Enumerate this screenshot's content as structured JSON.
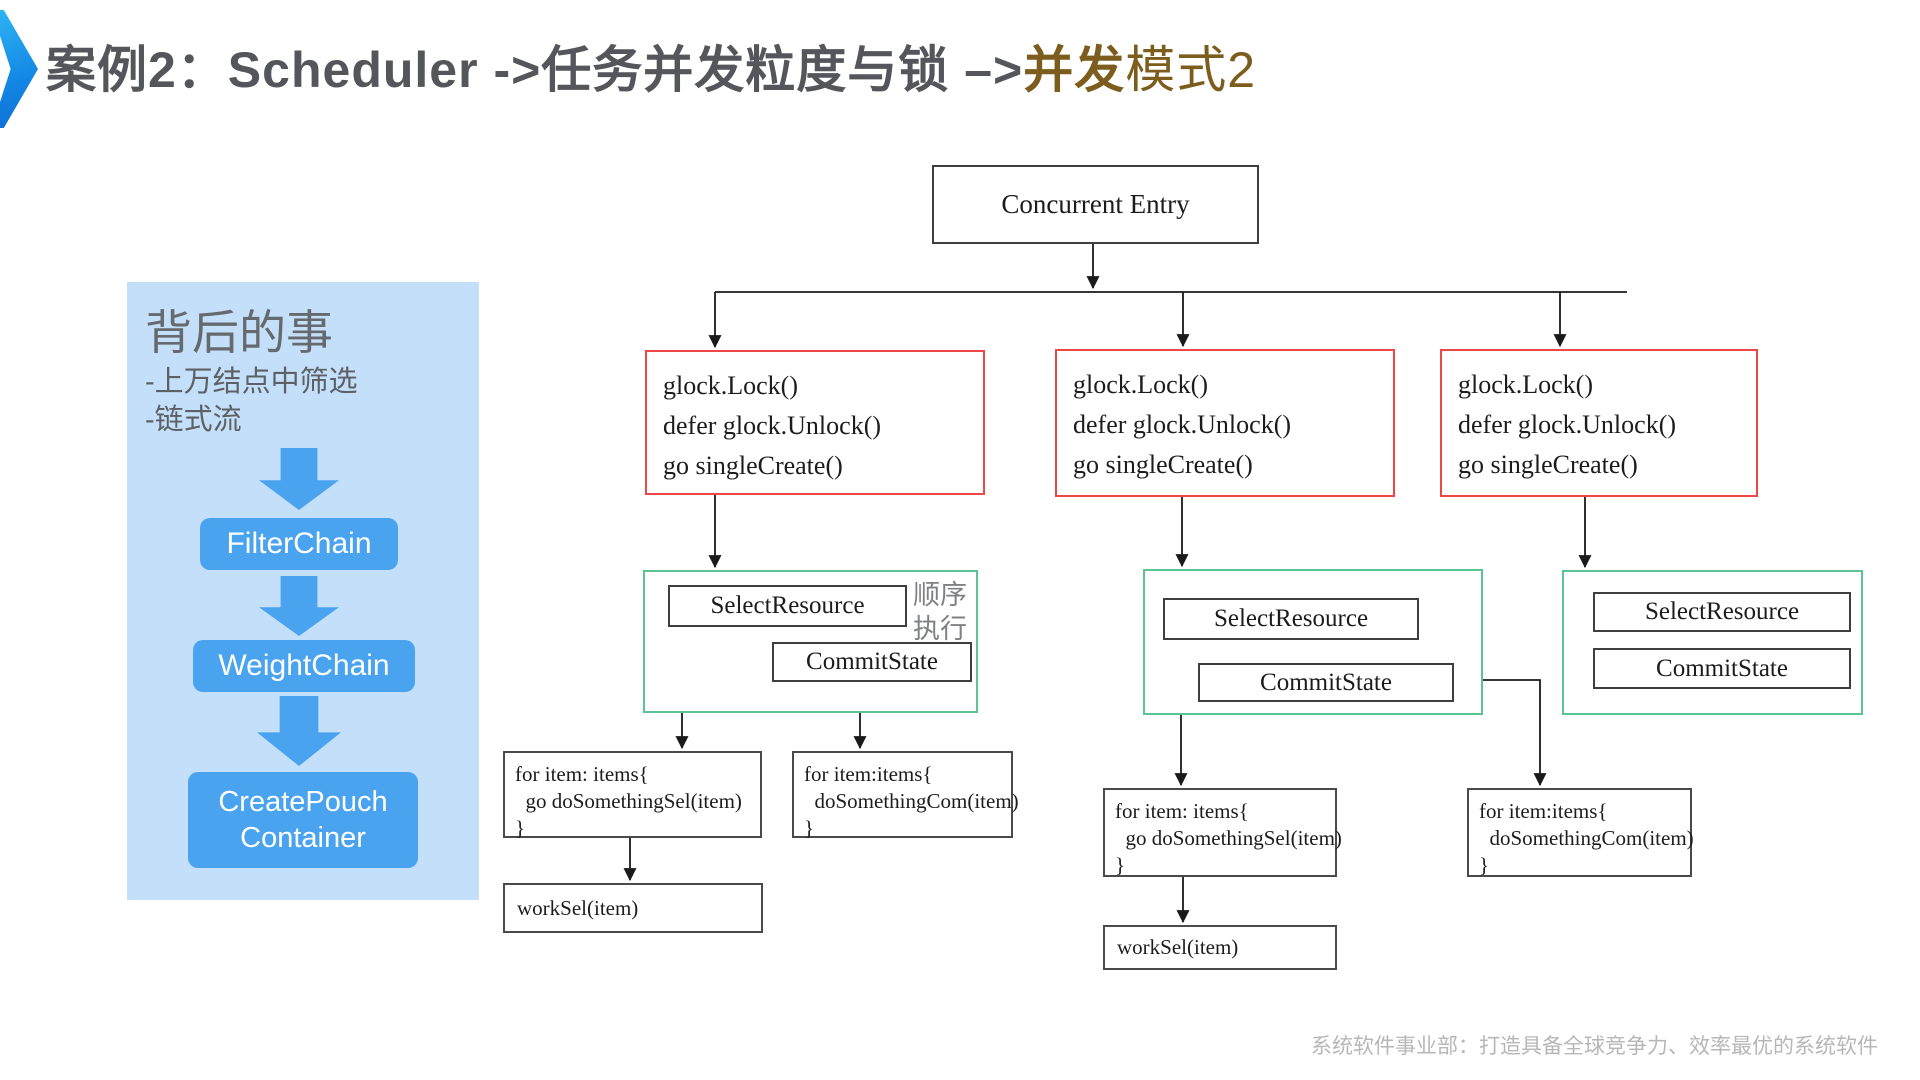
{
  "title": {
    "part1": "案例2：Scheduler ->任务并发粒度与锁 –>",
    "part2": "并发",
    "part3": "模式2"
  },
  "side_panel": {
    "heading": "背后的事",
    "bullets": [
      "-上万结点中筛选",
      "-链式流"
    ],
    "steps": [
      "FilterChain",
      "WeightChain",
      "CreatePouch\nContainer"
    ]
  },
  "diagram": {
    "entry_label": "Concurrent Entry",
    "lock_code": [
      "glock.Lock()",
      "defer glock.Unlock()",
      "go singleCreate()"
    ],
    "select_resource_label": "SelectResource",
    "commit_state_label": "CommitState",
    "seq_note": "顺序\n执行",
    "loop_sel_code": [
      "for item: items{",
      "  go doSomethingSel(item)",
      "}"
    ],
    "loop_com_code": [
      "for item:items{",
      "  doSomethingCom(item)",
      "}"
    ],
    "work_sel_label": "workSel(item)"
  },
  "footer": "系统软件事业部：打造具备全球竞争力、效率最优的系统软件",
  "colors": {
    "accent_blue": "#4aa3ef",
    "panel_bg": "#c3dff9",
    "chevron_blue": "#1286e4",
    "title_gray": "#54565b",
    "title_brown": "#7c5d1e",
    "red_border": "#ef4747",
    "green_border": "#5cc492",
    "line_black": "#1a1a1a",
    "footer_gray": "#b7b7b7"
  }
}
